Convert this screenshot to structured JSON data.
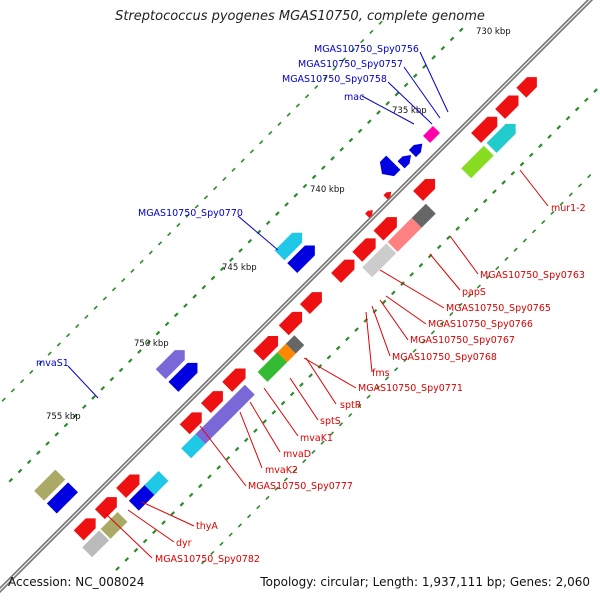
{
  "title": "Streptococcus pyogenes MGAS10750, complete genome",
  "footer": {
    "accession": "Accession: NC_008024",
    "summary": "Topology: circular; Length: 1,937,111 bp; Genes: 2,060"
  },
  "colors": {
    "backbone": "#7a7a7a",
    "tick": "#2e8b2e",
    "red_gene": "#ee0000",
    "blue_gene": "#0000e0",
    "label_blue": "#0000cc",
    "label_red": "#dd0000",
    "purple_gene": "#7b68d8",
    "cyan_gene": "#20c8e8"
  },
  "kbp_labels": [
    "735 kbp",
    "740 kbp",
    "745 kbp",
    "750 kbp",
    "755 kbp",
    "730 kbp"
  ],
  "labels_blue": [
    "MGAS10750_Spy0756",
    "MGAS10750_Spy0757",
    "MGAS10750_Spy0758",
    "mac",
    "MGAS10750_Spy0770",
    "mvaS1"
  ],
  "labels_red": [
    "mur1-2",
    "MGAS10750_Spy0763",
    "papS",
    "MGAS10750_Spy0765",
    "MGAS10750_Spy0766",
    "MGAS10750_Spy0767",
    "MGAS10750_Spy0768",
    "fms",
    "MGAS10750_Spy0771",
    "sptR",
    "sptS",
    "mvaK1",
    "mvaD",
    "mvaK2",
    "MGAS10750_Spy0777",
    "thyA",
    "dyr",
    "MGAS10750_Spy0782"
  ]
}
